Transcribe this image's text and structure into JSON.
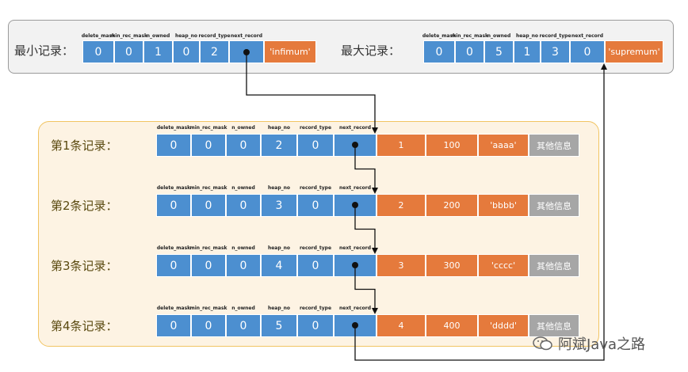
{
  "header_labels": [
    "delete_mask",
    "min_rec_mask",
    "n_owned",
    "heap_no",
    "record_type",
    "next_record"
  ],
  "min_record": {
    "label": "最小记录：",
    "values": [
      "0",
      "0",
      "1",
      "0",
      "2",
      ""
    ],
    "data": "'infimum'"
  },
  "max_record": {
    "label": "最大记录：",
    "values": [
      "0",
      "0",
      "5",
      "1",
      "3",
      "0"
    ],
    "data": "'supremum'"
  },
  "records": [
    {
      "label": "第1条记录：",
      "values": [
        "0",
        "0",
        "0",
        "2",
        "0",
        ""
      ],
      "data": [
        "1",
        "100",
        "'aaaa'"
      ],
      "other": "其他信息"
    },
    {
      "label": "第2条记录：",
      "values": [
        "0",
        "0",
        "0",
        "3",
        "0",
        ""
      ],
      "data": [
        "2",
        "200",
        "'bbbb'"
      ],
      "other": "其他信息"
    },
    {
      "label": "第3条记录：",
      "values": [
        "0",
        "0",
        "0",
        "4",
        "0",
        ""
      ],
      "data": [
        "3",
        "300",
        "'cccc'"
      ],
      "other": "其他信息"
    },
    {
      "label": "第4条记录：",
      "values": [
        "0",
        "0",
        "0",
        "5",
        "0",
        ""
      ],
      "data": [
        "4",
        "400",
        "'dddd'"
      ],
      "other": "其他信息"
    }
  ],
  "watermark": "阿斌Java之路",
  "colors": {
    "header_blue": "#4c8fd0",
    "data_orange": "#e57a3c",
    "other_gray": "#a6a6a6",
    "group_border": "#f1c462"
  }
}
